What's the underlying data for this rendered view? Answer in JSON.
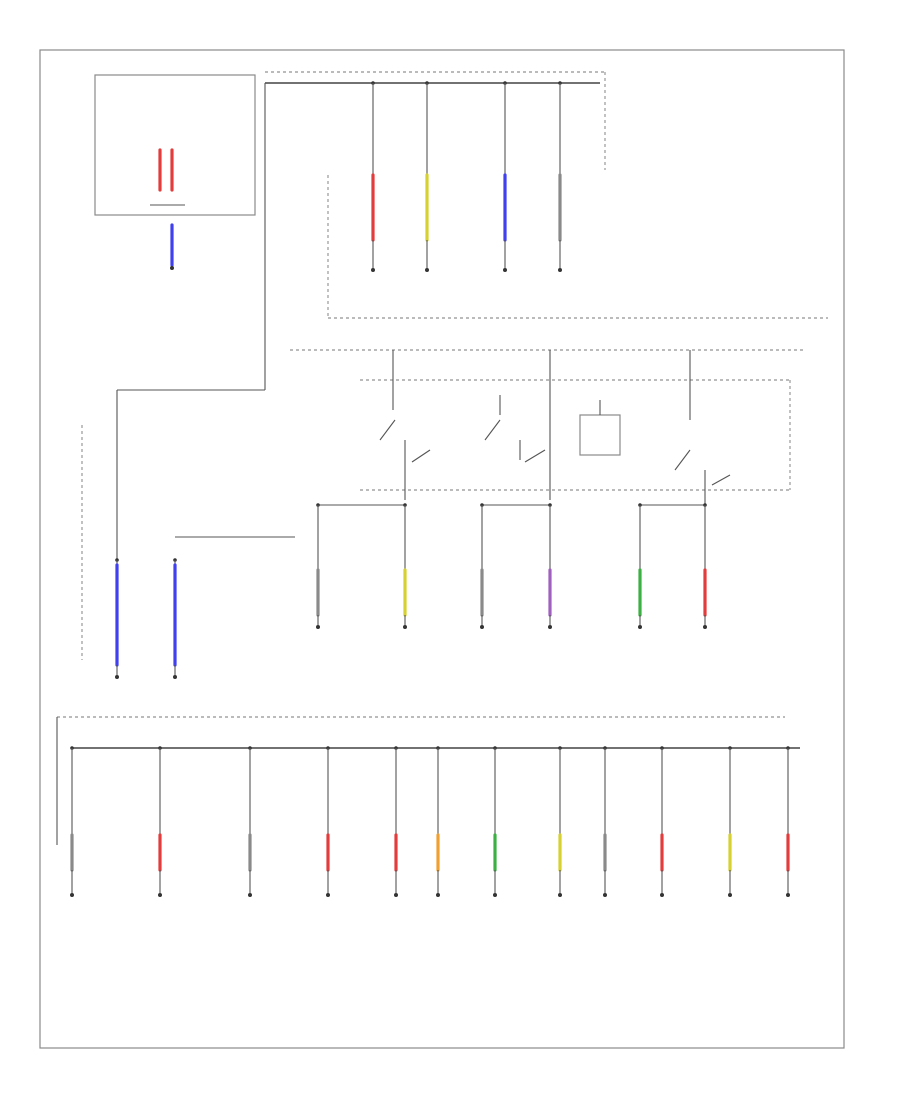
{
  "diagram": {
    "type": "wiring-diagram",
    "footer_label": "",
    "wire_colors": {
      "red": "#e23c3c",
      "blue": "#4040f0",
      "yellow": "#d6d030",
      "green": "#3cb043",
      "orange": "#f0a030",
      "pink": "#e060a0",
      "gray": "#8a8a8a",
      "black": "#333333",
      "violet": "#a060c0"
    },
    "group1_wires": [
      {
        "label": "",
        "color": "red",
        "target": ""
      },
      {
        "label": "",
        "color": "yellow",
        "target": ""
      },
      {
        "label": "",
        "color": "blue",
        "target": ""
      },
      {
        "label": "",
        "color": "gray",
        "target": ""
      }
    ],
    "group2_wires": [
      {
        "label": "",
        "color": "gray",
        "target": ""
      },
      {
        "label": "",
        "color": "yellow",
        "target": ""
      },
      {
        "label": "",
        "color": "gray",
        "target": ""
      },
      {
        "label": "",
        "color": "violet",
        "target": ""
      },
      {
        "label": "",
        "color": "green",
        "target": ""
      },
      {
        "label": "",
        "color": "red",
        "target": ""
      }
    ],
    "bottom_wires": [
      {
        "label": "",
        "color": "gray",
        "target": ""
      },
      {
        "label": "",
        "color": "red",
        "target": ""
      },
      {
        "label": "",
        "color": "gray",
        "target": ""
      },
      {
        "label": "",
        "color": "red",
        "target": ""
      },
      {
        "label": "",
        "color": "red",
        "target": ""
      },
      {
        "label": "",
        "color": "orange",
        "target": ""
      },
      {
        "label": "",
        "color": "green",
        "target": ""
      },
      {
        "label": "",
        "color": "yellow",
        "target": ""
      },
      {
        "label": "",
        "color": "gray",
        "target": ""
      },
      {
        "label": "",
        "color": "red",
        "target": ""
      },
      {
        "label": "",
        "color": "yellow",
        "target": ""
      },
      {
        "label": "",
        "color": "red",
        "target": ""
      }
    ],
    "left_wires": [
      {
        "label": "",
        "color": "blue",
        "target": ""
      },
      {
        "label": "",
        "color": "blue",
        "target": ""
      }
    ]
  }
}
